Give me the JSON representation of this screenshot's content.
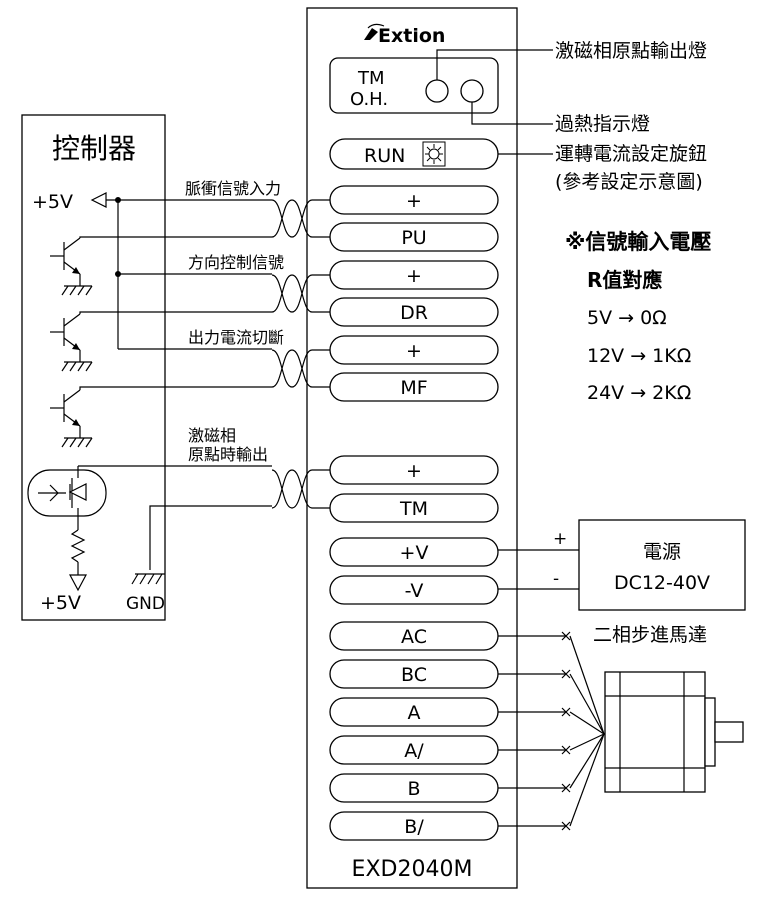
{
  "driver": {
    "brand": "Extion",
    "model": "EXD2040M",
    "indicator_label_line1": "TM",
    "indicator_label_line2": "O.H.",
    "run_label": "RUN",
    "terminals": [
      "+",
      "PU",
      "+",
      "DR",
      "+",
      "MF",
      "+",
      "TM",
      "+V",
      "-V",
      "AC",
      "BC",
      "A",
      "A/",
      "B",
      "B/"
    ]
  },
  "controller": {
    "title": "控制器",
    "plus5v_top": "+5V",
    "plus5v_bottom": "+5V",
    "gnd": "GND"
  },
  "signals": {
    "pulse_input": "脈衝信號入力",
    "direction": "方向控制信號",
    "current_off": "出力電流切斷",
    "tm_out_line1": "激磁相",
    "tm_out_line2": "原點時輸出"
  },
  "callouts": {
    "tm_lamp": "激磁相原點輸出燈",
    "oh_lamp": "過熱指示燈",
    "knob_line1": "運轉電流設定旋鈕",
    "knob_line2": "(參考設定示意圖)"
  },
  "voltage_table": {
    "title": "※信號輸入電壓",
    "subtitle": "R值對應",
    "rows": [
      "5V → 0Ω",
      "12V → 1KΩ",
      "24V → 2KΩ"
    ]
  },
  "power": {
    "title": "電源",
    "range": "DC12-40V",
    "plus": "+",
    "minus": "-"
  },
  "motor": {
    "label": "二相步進馬達"
  }
}
